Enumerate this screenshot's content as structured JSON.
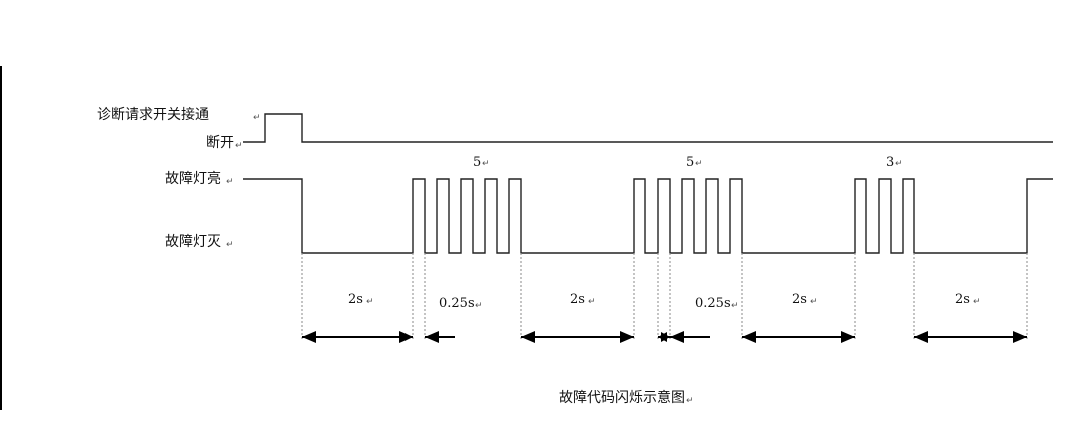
{
  "labels": {
    "switch_on": "诊断请求开关接通",
    "switch_off": "断开",
    "lamp_on": "故障灯亮",
    "lamp_off": "故障灯灭",
    "caption": "故障代码闪烁示意图",
    "return_mark": "↵"
  },
  "pulse_counts": [
    "5",
    "5",
    "3"
  ],
  "durations": [
    "2s",
    "0.25s",
    "2s",
    "0.25s",
    "2s",
    "2s"
  ],
  "colors": {
    "line": "#222222",
    "arrow": "#000000",
    "guide": "#8a8a8a",
    "left_border": "#000000"
  }
}
